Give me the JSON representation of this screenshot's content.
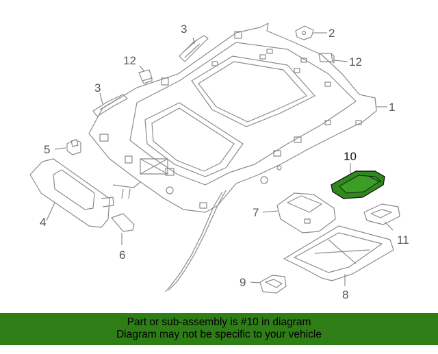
{
  "diagram": {
    "callouts": [
      {
        "id": "1",
        "label": "1"
      },
      {
        "id": "2",
        "label": "2"
      },
      {
        "id": "3a",
        "label": "3"
      },
      {
        "id": "3b",
        "label": "3"
      },
      {
        "id": "4",
        "label": "4"
      },
      {
        "id": "5",
        "label": "5"
      },
      {
        "id": "6",
        "label": "6"
      },
      {
        "id": "7",
        "label": "7"
      },
      {
        "id": "8",
        "label": "8"
      },
      {
        "id": "9",
        "label": "9"
      },
      {
        "id": "10",
        "label": "10"
      },
      {
        "id": "11",
        "label": "11"
      },
      {
        "id": "12a",
        "label": "12"
      },
      {
        "id": "12b",
        "label": "12"
      }
    ],
    "highlighted_part": "10"
  },
  "banner": {
    "line1": "Part or sub-assembly is #10 in diagram",
    "line2": "Diagram may not be specific to your vehicle"
  },
  "colors": {
    "line": "#8a8a8a",
    "highlight_fill": "#2f8a1c",
    "banner_bg": "#2e7d16"
  }
}
